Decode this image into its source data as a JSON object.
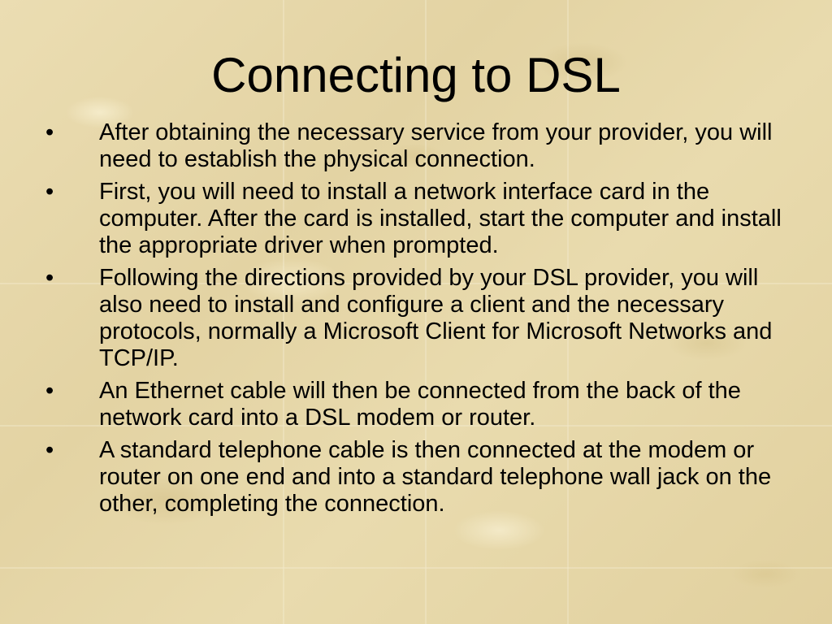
{
  "slide": {
    "title": "Connecting to DSL",
    "bullet_symbol": "•",
    "bullets": [
      "After obtaining the necessary service from your provider, you will need to establish the physical connection.",
      "First, you will need to install a network interface card in the computer. After the card is installed, start the computer and install the appropriate driver when prompted.",
      "Following the directions provided by your DSL provider, you will also need to install and configure a client and the necessary protocols, normally a Microsoft Client for Microsoft Networks and TCP/IP.",
      "An Ethernet cable will then be connected from the back of the network card into a DSL modem or router.",
      "A standard telephone cable is then connected at the modem or router on one end and into a standard telephone wall jack on the other, completing the connection."
    ]
  },
  "theme": {
    "background": "#e7d9ac",
    "text_color": "#000000"
  }
}
